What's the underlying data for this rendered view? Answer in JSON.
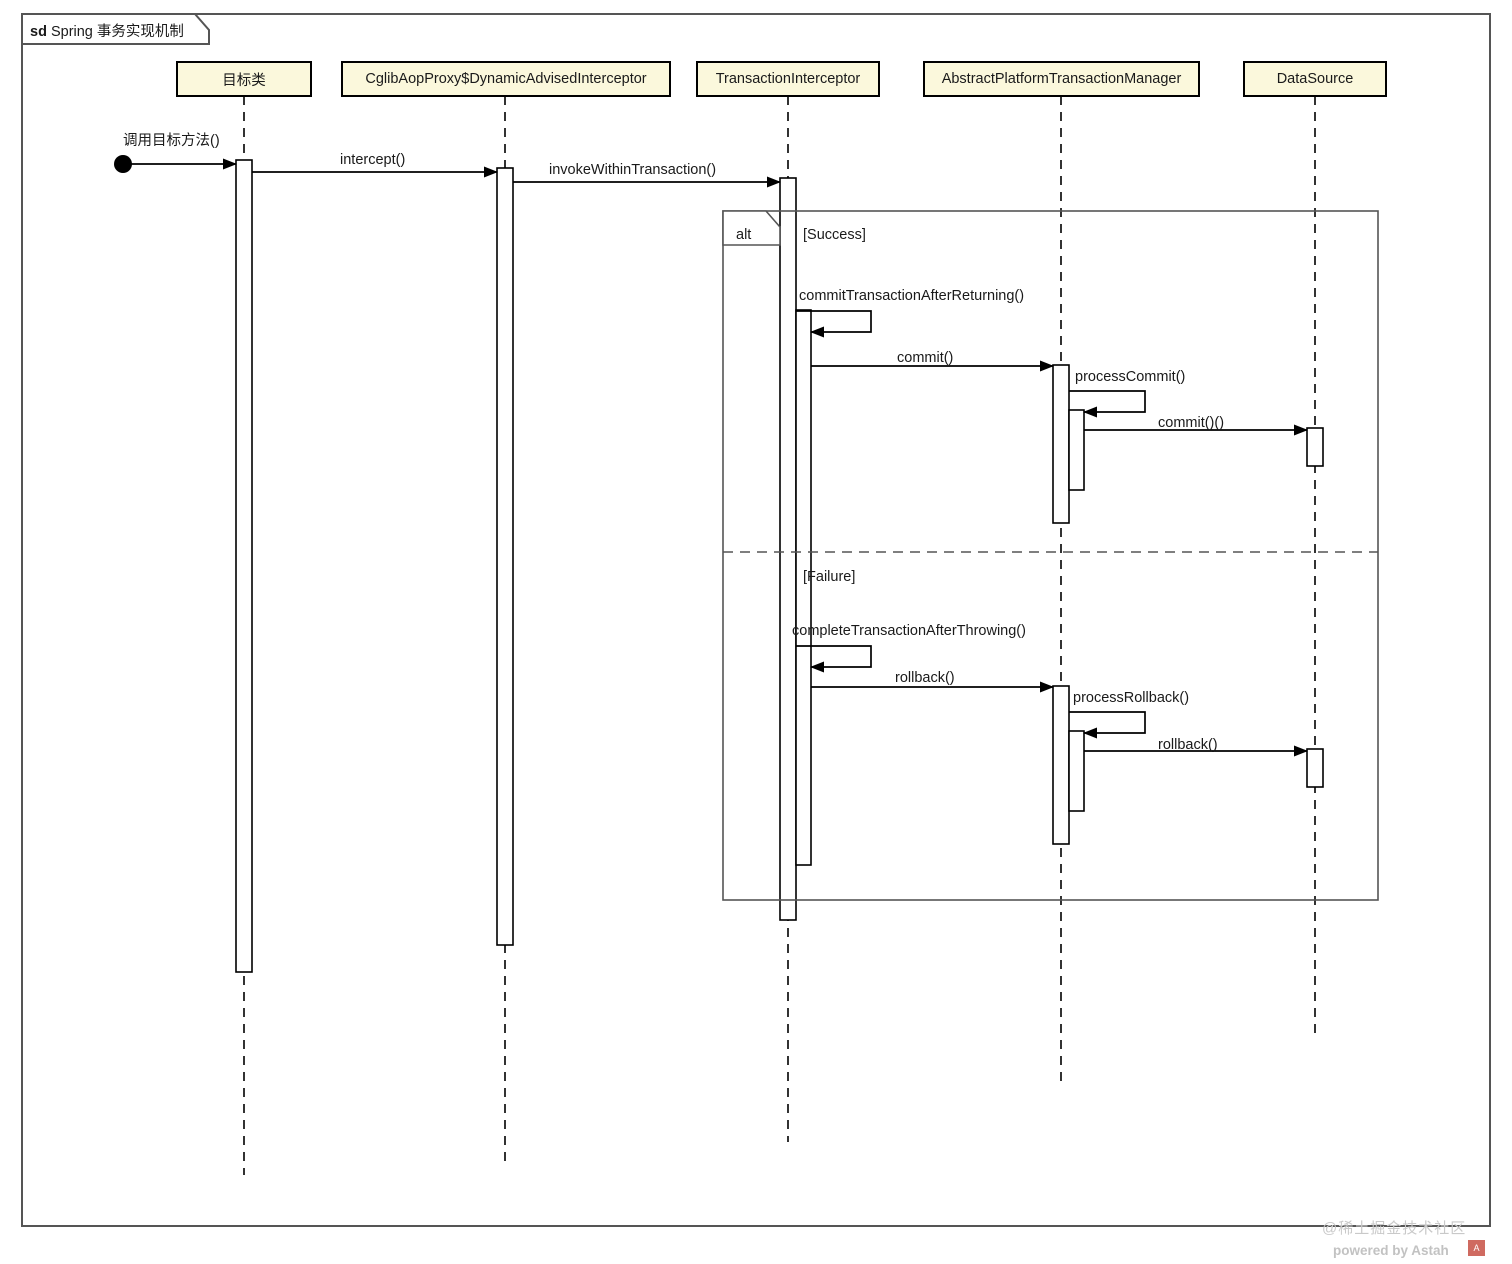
{
  "frame": {
    "keyword": "sd",
    "title": "Spring 事务实现机制"
  },
  "lifelines": [
    {
      "id": "target",
      "label": "目标类"
    },
    {
      "id": "cglib",
      "label": "CglibAopProxy$DynamicAdvisedInterceptor"
    },
    {
      "id": "interceptor",
      "label": "TransactionInterceptor"
    },
    {
      "id": "txmanager",
      "label": "AbstractPlatformTransactionManager"
    },
    {
      "id": "datasource",
      "label": "DataSource"
    }
  ],
  "fragment": {
    "operator": "alt",
    "guards": [
      {
        "id": "success",
        "label": "[Success]"
      },
      {
        "id": "failure",
        "label": "[Failure]"
      }
    ]
  },
  "messages": [
    {
      "id": "m1",
      "label": "调用目标方法()",
      "from": "actor",
      "to": "target"
    },
    {
      "id": "m2",
      "label": "intercept()",
      "from": "target",
      "to": "cglib"
    },
    {
      "id": "m3",
      "label": "invokeWithinTransaction()",
      "from": "cglib",
      "to": "interceptor"
    },
    {
      "id": "m4",
      "label": "commitTransactionAfterReturning()",
      "from": "interceptor",
      "to": "interceptor"
    },
    {
      "id": "m5",
      "label": "commit()",
      "from": "interceptor",
      "to": "txmanager"
    },
    {
      "id": "m6",
      "label": "processCommit()",
      "from": "txmanager",
      "to": "txmanager"
    },
    {
      "id": "m7",
      "label": "commit()()",
      "from": "txmanager",
      "to": "datasource"
    },
    {
      "id": "m8",
      "label": "completeTransactionAfterThrowing()",
      "from": "interceptor",
      "to": "interceptor"
    },
    {
      "id": "m9",
      "label": "rollback()",
      "from": "interceptor",
      "to": "txmanager"
    },
    {
      "id": "m10",
      "label": "processRollback()",
      "from": "txmanager",
      "to": "txmanager"
    },
    {
      "id": "m11",
      "label": "rollback()",
      "from": "txmanager",
      "to": "datasource"
    }
  ],
  "watermark": {
    "community": "@稀土掘金技术社区",
    "powered": "powered by Astah",
    "logo": "astah-logo"
  },
  "colors": {
    "lifeline_fill": "#fbf8dc",
    "stroke": "#000000",
    "watermark": "#c9c9c9",
    "logo_red": "#c0392b"
  }
}
